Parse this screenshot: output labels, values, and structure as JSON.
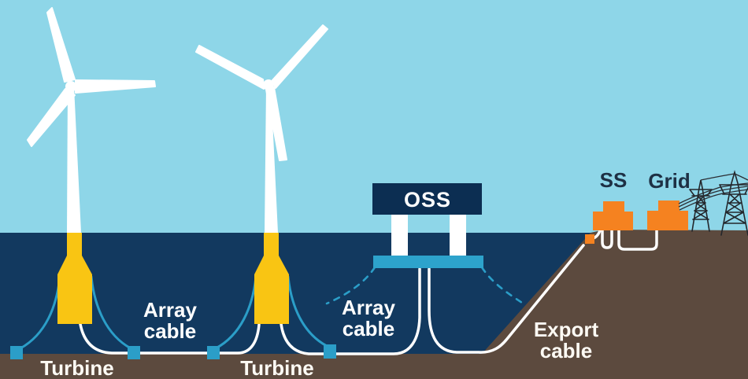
{
  "diagram": {
    "labels": {
      "oss": "OSS",
      "ss": "SS",
      "grid": "Grid",
      "turbine_left": "Turbine",
      "turbine_mid": "Turbine",
      "array_cable_1": [
        "Array",
        "cable"
      ],
      "array_cable_2": [
        "Array",
        "cable"
      ],
      "export_cable": [
        "Export",
        "cable"
      ]
    },
    "colors": {
      "sky": "#8ED6E8",
      "sea": "#12395F",
      "seabed": "#5C4A3E",
      "float_yellow": "#F9C513",
      "teal": "#2B9EC8",
      "platform_teal": "#2DA3CC",
      "navy_box": "#0C2E52",
      "orange": "#F58220",
      "white": "#FFFFFF"
    },
    "scene": {
      "turbine_count": 2,
      "anchor_count": 4,
      "pylon_count": 2
    }
  }
}
